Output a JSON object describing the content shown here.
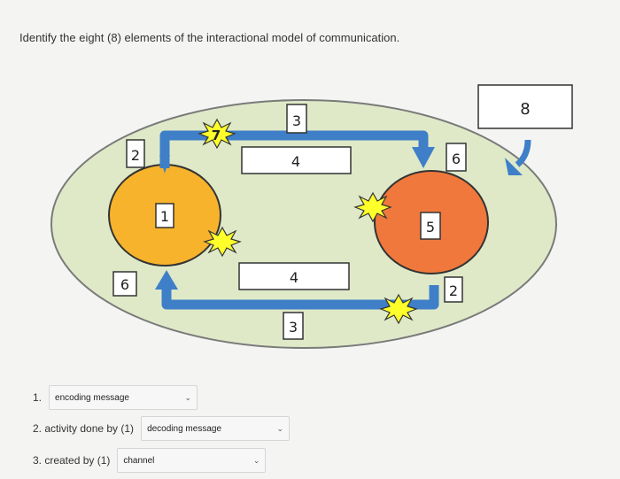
{
  "question": "Identify the eight (8) elements of the interactional model of communication.",
  "diagram": {
    "labels": {
      "sender_number": "1",
      "left_top_box": "2",
      "left_bottom_box": "6",
      "noise_top": "7",
      "top_box_small": "3",
      "top_box_wide": "4",
      "bottom_box_wide": "4",
      "bottom_box_small": "3",
      "right_top_box": "6",
      "receiver_box": "5",
      "right_bottom_box": "2",
      "outside_box": "8"
    },
    "colors": {
      "environment_fill": "#dfe9c8",
      "sender_fill": "#f7b32b",
      "receiver_fill": "#f0783c",
      "arrow": "#3f7fc8",
      "burst_fill": "#ffff2a"
    }
  },
  "answers": [
    {
      "number": "1.",
      "prefix": "",
      "selected": "encoding message"
    },
    {
      "number": "",
      "prefix": "2. activity done by (1)",
      "selected": "decoding message"
    },
    {
      "number": "",
      "prefix": "3. created by (1)",
      "selected": "channel"
    }
  ]
}
